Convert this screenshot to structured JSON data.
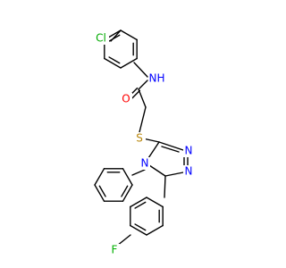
{
  "atoms": [
    {
      "name": "chlorine",
      "label": "Cl",
      "color": "#00aa00"
    },
    {
      "name": "amide-nitrogen",
      "label": "N",
      "color": "#0000ff"
    },
    {
      "name": "amide-hydrogen",
      "label": "H",
      "color": "#0000ff"
    },
    {
      "name": "carbonyl-oxygen",
      "label": "O",
      "color": "#ff0000"
    },
    {
      "name": "thioether-sulfur",
      "label": "S",
      "color": "#b8860b"
    },
    {
      "name": "triazole-n1",
      "label": "N",
      "color": "#0000ff"
    },
    {
      "name": "triazole-n2",
      "label": "N",
      "color": "#0000ff"
    },
    {
      "name": "triazole-n4",
      "label": "N",
      "color": "#0000ff"
    },
    {
      "name": "fluorine",
      "label": "F",
      "color": "#00b000"
    }
  ]
}
